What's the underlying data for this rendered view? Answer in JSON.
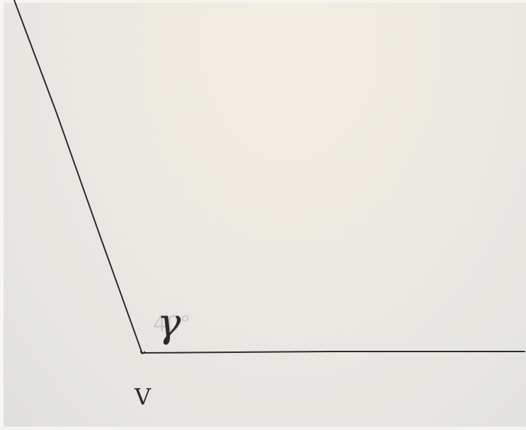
{
  "diagram": {
    "vertex_label": "V",
    "angle_symbol": "γ",
    "faint_measure": "40°",
    "ink_color": "#2b2b2b",
    "paper_color": "#e9e7e2",
    "faint_color": "#c9c9c6"
  }
}
